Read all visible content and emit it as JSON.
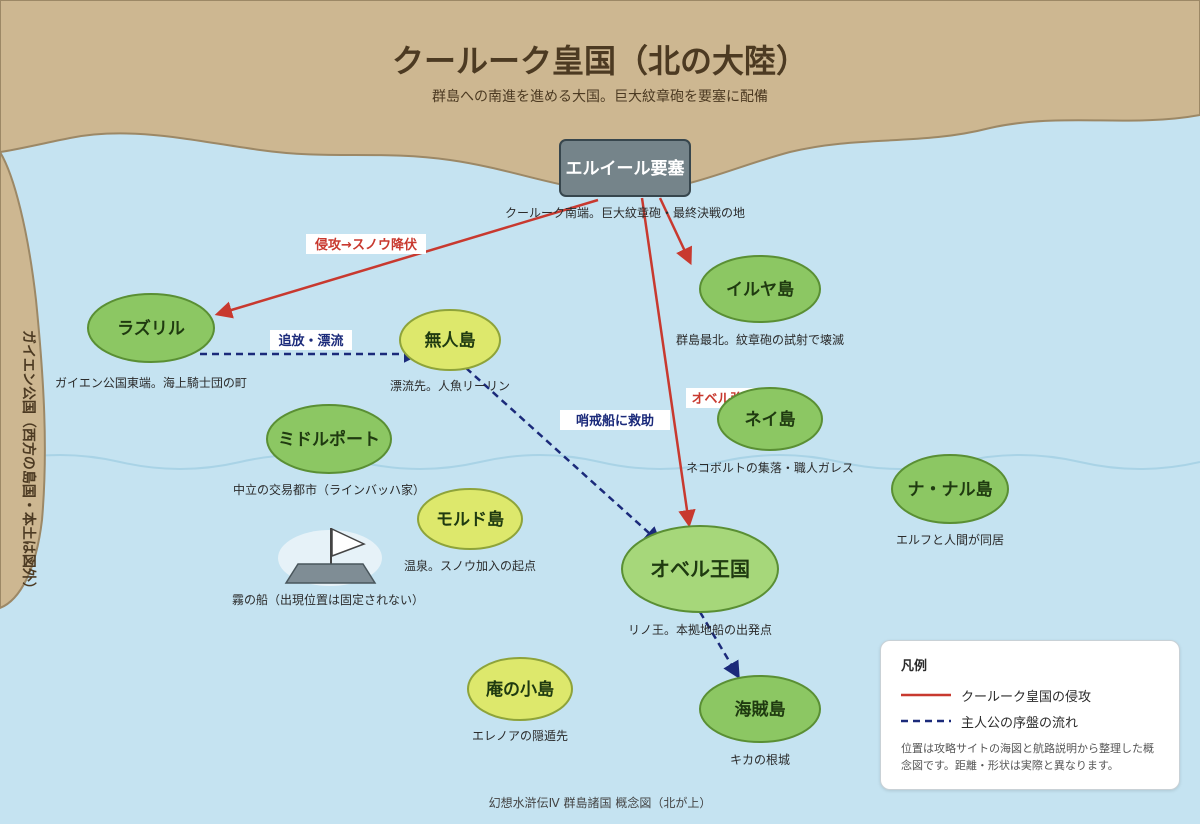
{
  "map": {
    "title": "クールーク皇国（北の大陸）",
    "subtitle": "群島への南進を進める大国。巨大紋章砲を要塞に配備",
    "west_label": "ガイエン公国（西方の島国・本土は図外）",
    "footer": "幻想水滸伝Ⅳ 群島諸国 概念図（北が上）",
    "colors": {
      "sea": "#c5e3f1",
      "land": "#cdb791",
      "island_green": "#8cc763",
      "island_yellow": "#dde86c",
      "island_light": "#a6d77a",
      "invasion": "#c8392f",
      "story": "#1b2a7a",
      "fortress": "#75848a"
    }
  },
  "locations": {
    "fortress": {
      "name": "エルイール要塞",
      "desc": "クールーク南端。巨大紋章砲・最終決戦の地"
    },
    "lazril": {
      "name": "ラズリル",
      "desc": "ガイエン公国東端。海上騎士団の町"
    },
    "mujin": {
      "name": "無人島",
      "desc": "漂流先。人魚リーリン"
    },
    "iruya": {
      "name": "イルヤ島",
      "desc": "群島最北。紋章砲の試射で壊滅"
    },
    "nei": {
      "name": "ネイ島",
      "desc": "ネコボルトの集落・職人ガレス"
    },
    "middleport": {
      "name": "ミドルポート",
      "desc": "中立の交易都市（ラインバッハ家）"
    },
    "mold": {
      "name": "モルド島",
      "desc": "温泉。スノウ加入の起点"
    },
    "nanal": {
      "name": "ナ・ナル島",
      "desc": "エルフと人間が同居"
    },
    "obel": {
      "name": "オベル王国",
      "desc": "リノ王。本拠地船の出発点"
    },
    "fogship": {
      "desc": "霧の船（出現位置は固定されない）"
    },
    "hermit": {
      "name": "庵の小島",
      "desc": "エレノアの隠遁先"
    },
    "pirate": {
      "name": "海賊島",
      "desc": "キカの根城"
    }
  },
  "routes": [
    {
      "from": "エルイール要塞",
      "to": "ラズリル",
      "type": "invasion",
      "label": "侵攻→スノウ降伏"
    },
    {
      "from": "エルイール要塞",
      "to": "イルヤ島",
      "type": "invasion",
      "label": ""
    },
    {
      "from": "エルイール要塞",
      "to": "オベル王国",
      "type": "invasion",
      "label": "オベル強襲"
    },
    {
      "from": "ラズリル",
      "to": "無人島",
      "type": "story",
      "label": "追放・漂流"
    },
    {
      "from": "無人島",
      "to": "オベル王国",
      "type": "story",
      "label": "哨戒船に救助"
    },
    {
      "from": "オベル王国",
      "to": "海賊島",
      "type": "story",
      "label": ""
    }
  ],
  "legend": {
    "title": "凡例",
    "invasion": "クールーク皇国の侵攻",
    "story": "主人公の序盤の流れ",
    "note": "位置は攻略サイトの海図と航路説明から整理した概念図です。距離・形状は実際と異なります。"
  }
}
